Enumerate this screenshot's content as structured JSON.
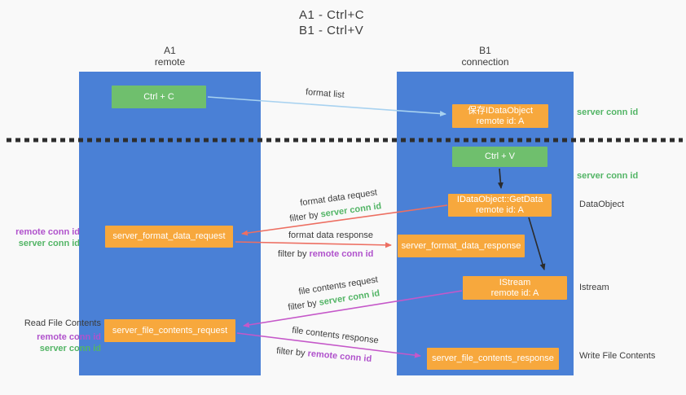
{
  "title": {
    "line1": "A1 - Ctrl+C",
    "line2": "B1 - Ctrl+V"
  },
  "lifelines": {
    "a1": {
      "name": "A1",
      "role": "remote"
    },
    "b1": {
      "name": "B1",
      "role": "connection"
    }
  },
  "boxes": {
    "ctrl_c": {
      "label": "Ctrl + C"
    },
    "save_dataobject": {
      "line1": "保存IDataObject",
      "line2": "remote id: A"
    },
    "ctrl_v": {
      "label": "Ctrl + V"
    },
    "getdata": {
      "line1": "IDataObject::GetData",
      "line2": "remote id: A"
    },
    "format_request": {
      "label": "server_format_data_request"
    },
    "format_response": {
      "label": "server_format_data_response"
    },
    "istream": {
      "line1": "IStream",
      "line2": "remote id: A"
    },
    "file_request": {
      "label": "server_file_contents_request"
    },
    "file_response": {
      "label": "server_file_contents_response"
    }
  },
  "arrows": {
    "format_list": "format list",
    "format_data_request": "format data request",
    "format_data_response": "format data response",
    "file_contents_request": "file contents request",
    "file_contents_response": "file contents response",
    "filter_by": "filter by"
  },
  "terms": {
    "server_conn_id": "server conn id",
    "remote_conn_id": "remote conn id"
  },
  "side_labels": {
    "dataobject": "DataObject",
    "istream": "Istream",
    "read_file_contents": "Read File Contents",
    "write_file_contents": "Write File Contents"
  },
  "colors": {
    "lifeline_blue": "#4a80d6",
    "action_green": "#6fbf6d",
    "message_orange": "#f7a83d",
    "arrow_blue": "#a8d2f0",
    "arrow_salmon": "#ed6f62",
    "arrow_magenta": "#c558c9",
    "arrow_black": "#2b2b2b",
    "text_green": "#53b566",
    "text_purple": "#b052cc"
  }
}
